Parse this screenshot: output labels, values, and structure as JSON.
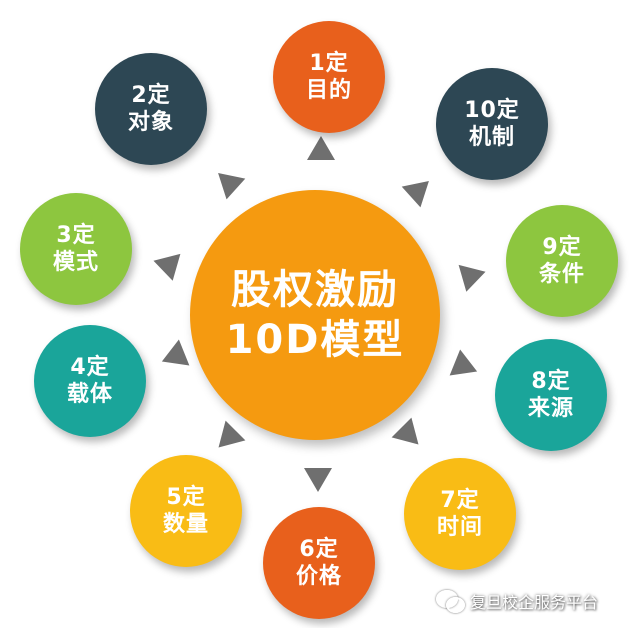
{
  "center": {
    "line1": "股权激励",
    "line2": "10D模型",
    "color": "#f59a10"
  },
  "nodes": [
    {
      "num": "1定",
      "label": "目的",
      "color": "#e8601c"
    },
    {
      "num": "2定",
      "label": "对象",
      "color": "#2d4754"
    },
    {
      "num": "3定",
      "label": "模式",
      "color": "#8dc63f"
    },
    {
      "num": "4定",
      "label": "载体",
      "color": "#1aa59a"
    },
    {
      "num": "5定",
      "label": "数量",
      "color": "#f9bc15"
    },
    {
      "num": "6定",
      "label": "价格",
      "color": "#e8601c"
    },
    {
      "num": "7定",
      "label": "时间",
      "color": "#f9bc15"
    },
    {
      "num": "8定",
      "label": "来源",
      "color": "#1aa59a"
    },
    {
      "num": "9定",
      "label": "条件",
      "color": "#8dc63f"
    },
    {
      "num": "10定",
      "label": "机制",
      "color": "#2d4754"
    }
  ],
  "arrow_color": "#6f6f6f",
  "watermark": {
    "icon": "wechat-icon",
    "text": "复旦校企服务平台"
  }
}
